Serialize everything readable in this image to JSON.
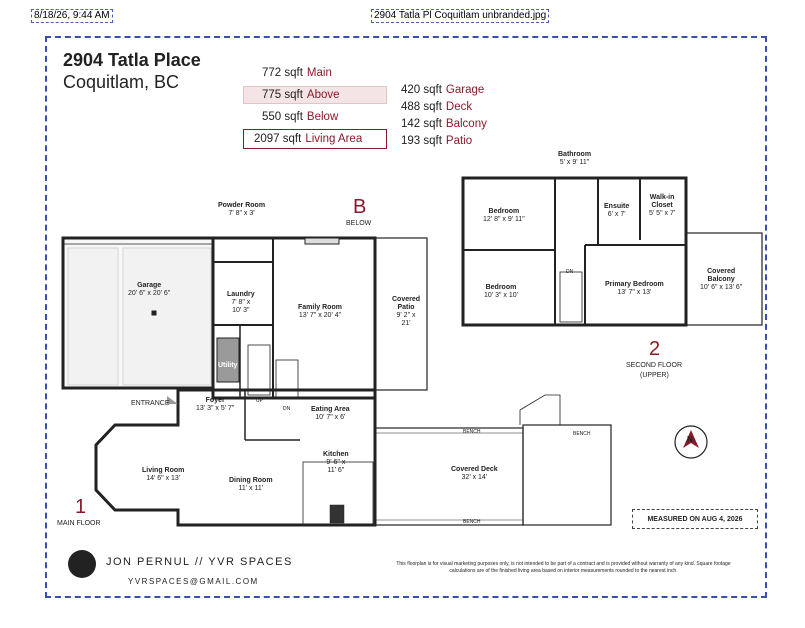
{
  "window": {
    "timestamp": "8/18/26, 9:44 AM",
    "filename": "2904 Tatla Pl Coquitlam unbranded.jpg"
  },
  "listing": {
    "address_line1": "2904 Tatla Place",
    "address_line2": "Coquitlam, BC"
  },
  "areas_left": [
    {
      "value": "772 sqft",
      "label": "Main"
    },
    {
      "value": "775 sqft",
      "label": "Above"
    },
    {
      "value": "550 sqft",
      "label": "Below"
    },
    {
      "value": "2097 sqft",
      "label": "Living Area"
    }
  ],
  "areas_right": [
    {
      "value": "420 sqft",
      "label": "Garage"
    },
    {
      "value": "488 sqft",
      "label": "Deck"
    },
    {
      "value": "142 sqft",
      "label": "Balcony"
    },
    {
      "value": "193 sqft",
      "label": "Patio"
    }
  ],
  "floors": {
    "main": {
      "number": "1",
      "caption": "MAIN FLOOR"
    },
    "second": {
      "number": "2",
      "caption": "SECOND FLOOR",
      "sub": "(UPPER)"
    },
    "below": {
      "letter": "B",
      "caption": "BELOW"
    }
  },
  "rooms": {
    "garage": {
      "name": "Garage",
      "dim": "20' 6\" x 20' 6\""
    },
    "powder": {
      "name": "Powder Room",
      "dim": "7' 8\" x 3'"
    },
    "laundry": {
      "name": "Laundry",
      "dim": "7' 8\" x\n10' 3\""
    },
    "utility": {
      "name": "Utility"
    },
    "family": {
      "name": "Family Room",
      "dim": "13' 7\" x 20' 4\""
    },
    "patio": {
      "name": "Covered\nPatio",
      "dim": "9' 2\" x\n21'"
    },
    "foyer": {
      "name": "Foyer",
      "dim": "13' 3\" x 5' 7\""
    },
    "entrance": {
      "name": "ENTRANCE"
    },
    "eating": {
      "name": "Eating Area",
      "dim": "10' 7\" x 6'"
    },
    "kitchen": {
      "name": "Kitchen",
      "dim": "9' 6\" x\n11' 6\""
    },
    "living": {
      "name": "Living Room",
      "dim": "14' 6\" x 13'"
    },
    "dining": {
      "name": "Dining Room",
      "dim": "11' x 11'"
    },
    "deck": {
      "name": "Covered Deck",
      "dim": "32' x 14'"
    },
    "bench1": {
      "name": "BENCH"
    },
    "bench2": {
      "name": "BENCH"
    },
    "bench3": {
      "name": "BENCH"
    },
    "bathroom": {
      "name": "Bathroom",
      "dim": "5' x 9' 11\""
    },
    "bedroom1": {
      "name": "Bedroom",
      "dim": "12' 8\" x 9' 11\""
    },
    "ensuite": {
      "name": "Ensuite",
      "dim": "6' x 7'"
    },
    "walkin": {
      "name": "Walk-in\nCloset",
      "dim": "5' 5\" x 7'"
    },
    "bedroom2": {
      "name": "Bedroom",
      "dim": "10' 3\" x 10'"
    },
    "primary": {
      "name": "Primary Bedroom",
      "dim": "13' 7\" x 13'"
    },
    "balcony": {
      "name": "Covered\nBalcony",
      "dim": "10' 6\" x 13' 6\""
    }
  },
  "stairs": {
    "up": "UP",
    "dn": "DN"
  },
  "measured": "MEASURED ON AUG 4, 2026",
  "brand": "JON PERNUL // YVR SPACES",
  "email": "YVRSPACES@GMAIL.COM",
  "disclaimer": "This floorplan is for visual marketing purposes only, is not intended to be part of a contract and is provided without warranty of any kind. Square footage calculations are of the finished living area based on interior measurements rounded to the nearest inch.",
  "compass": {
    "label": "N"
  }
}
